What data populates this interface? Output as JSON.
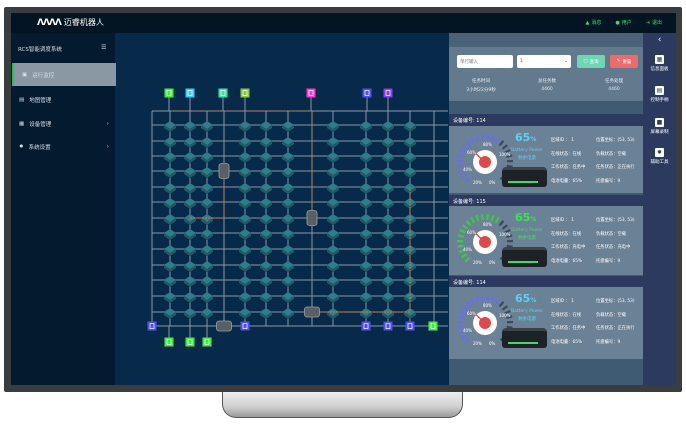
{
  "header": {
    "brand": "迈睿机器人",
    "links": [
      {
        "icon": "bell-icon",
        "label": "消息"
      },
      {
        "icon": "user-icon",
        "label": "用户"
      },
      {
        "icon": "logout-icon",
        "label": "退出"
      }
    ]
  },
  "sidebar": {
    "title": "RCS智能调度系统",
    "items": [
      {
        "label": "运行监控",
        "icon": "monitor-icon",
        "active": true
      },
      {
        "label": "地图管理",
        "icon": "map-icon"
      },
      {
        "label": "设备管理",
        "icon": "device-icon",
        "chevron": true
      },
      {
        "label": "系统设置",
        "icon": "gear-icon",
        "chevron": true
      }
    ]
  },
  "search": {
    "placeholder": "单行输入",
    "select_value": "1",
    "query_label": "查询",
    "reset_label": "重置"
  },
  "stats": [
    {
      "label": "任务时间",
      "value": "3小时22分9秒"
    },
    {
      "label": "总任务数",
      "value": "4460"
    },
    {
      "label": "任务处理",
      "value": "4460"
    }
  ],
  "devices": [
    {
      "title": "设备编号: 114",
      "percent": "65",
      "unit": "%",
      "battery_en": "Battery Power",
      "battery_cn": "剩余电量",
      "color": "#5fd0f0",
      "work_state": "任务中",
      "task_state": "正在执行",
      "level": 0.65
    },
    {
      "title": "设备编号: 115",
      "percent": "65",
      "unit": "%",
      "battery_en": "Battery Power",
      "battery_cn": "剩余电量",
      "color": "#3ee05a",
      "work_state": "充电中",
      "task_state": "充电中",
      "level": 0.65
    },
    {
      "title": "设备编号: 114",
      "percent": "65",
      "unit": "%",
      "battery_en": "Battery Power",
      "battery_cn": "剩余电量",
      "color": "#5fd0f0",
      "work_state": "任务中",
      "task_state": "正在执行",
      "level": 0.65
    }
  ],
  "device_fields": {
    "area_label": "区域ID",
    "area_value": "1",
    "pos_label": "位置坐标",
    "pos_value": "(53, 53)",
    "online_label": "在线状态",
    "online_value": "在线",
    "load_label": "负载状态",
    "load_value": "空载",
    "work_label": "工作状态",
    "task_label": "任务状态",
    "battery_label": "电池电量",
    "battery_value": "65%",
    "shelf_label": "托盘编号",
    "shelf_value": "9"
  },
  "gauge_ticks": [
    "80%",
    "60%",
    "100%",
    "40%",
    "20%",
    "0%"
  ],
  "right_toolbar": [
    {
      "icon": "info-panel-icon",
      "label": "信息面板"
    },
    {
      "icon": "joystick-icon",
      "label": "控制手柄"
    },
    {
      "icon": "record-icon",
      "label": "屏幕录制"
    },
    {
      "icon": "tool-icon",
      "label": "辅助工具"
    }
  ],
  "map_colors": {
    "green": "#3cf03c",
    "cyan": "#3cc8f0",
    "teal": "#3ce0a0",
    "olive": "#8cc83c",
    "magenta": "#f03cc8",
    "blue": "#5050f0",
    "purple": "#8c3cf0"
  }
}
